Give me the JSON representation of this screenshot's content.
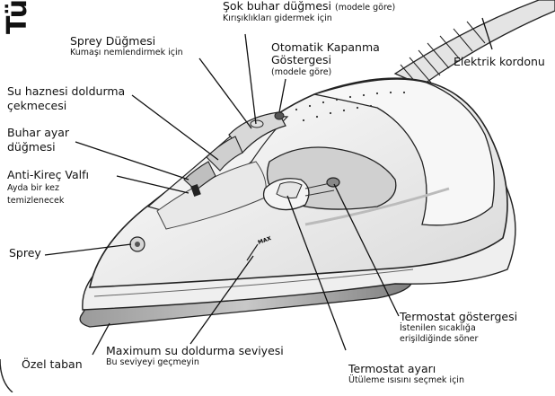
{
  "header": {
    "text": "Tü"
  },
  "labels": {
    "sok_buhar": {
      "title": "Şok buhar düğmesi",
      "note": "(modele göre)",
      "sub": "Kırışıklıkları gidermek için"
    },
    "sprey_dugmesi": {
      "title": "Sprey Düğmesi",
      "sub": "Kumaşı nemlendirmek için"
    },
    "otomatik": {
      "line1": "Otomatik Kapanma",
      "line2": "Göstergesi",
      "sub": "(modele göre)"
    },
    "elektrik": {
      "title": "Elektrik kordonu"
    },
    "su_haznesi": {
      "line1": "Su haznesi doldurma",
      "line2": "çekmecesi"
    },
    "buhar_ayar": {
      "line1": "Buhar ayar",
      "line2": "düğmesi"
    },
    "anti_kirec": {
      "title": "Anti-Kireç Valfı",
      "sub1": "Ayda bir kez",
      "sub2": "temizlenecek"
    },
    "sprey": {
      "title": "Sprey"
    },
    "termostat_gosterge": {
      "title": "Termostat göstergesi",
      "sub1": "İstenilen sıcaklığa",
      "sub2": "erişildiğinde söner"
    },
    "maksimum": {
      "title": "Maximum su doldurma seviyesi",
      "sub": "Bu seviyeyi geçmeyin"
    },
    "ozel_taban": {
      "title": "Özel taban"
    },
    "termostat_ayar": {
      "title": "Termostat ayarı",
      "sub": "Ütüleme ısısını seçmek için"
    }
  },
  "iron": {
    "max_mark": "MAX"
  }
}
